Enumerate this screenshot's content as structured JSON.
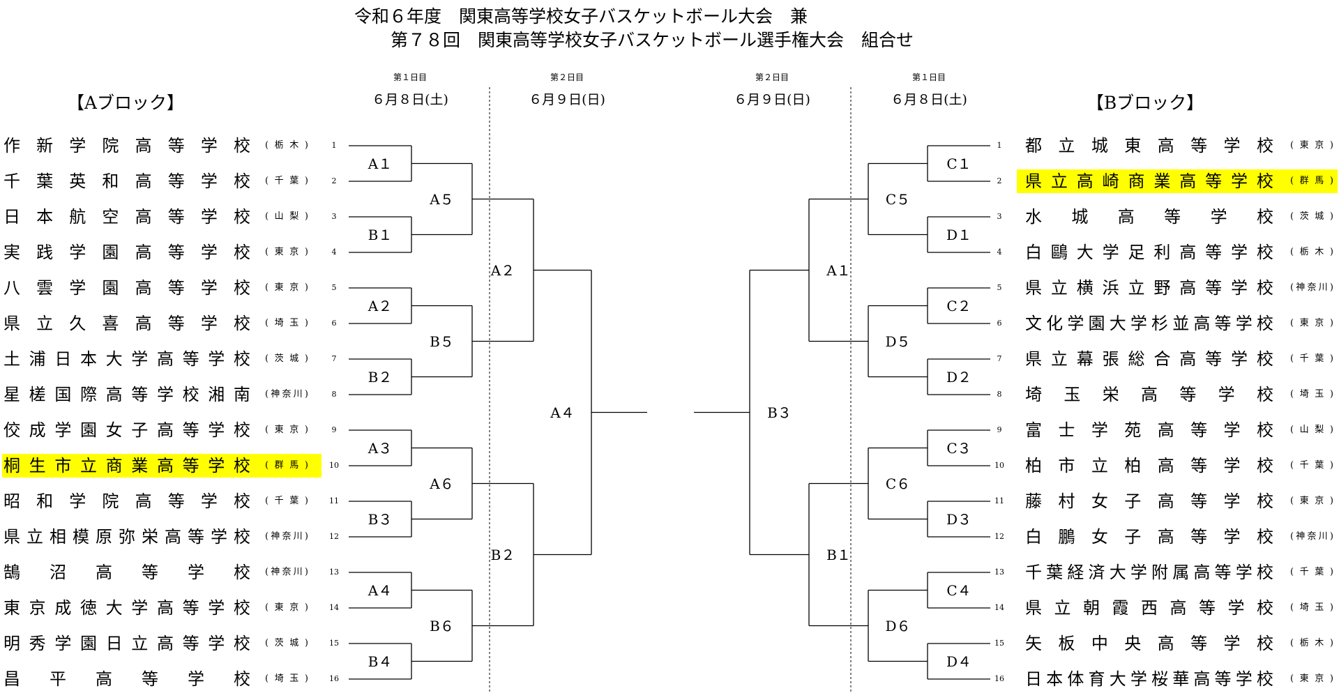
{
  "title": {
    "line1": "令和６年度　関東高等学校女子バスケットボール大会　兼",
    "line2": "第７８回　関東高等学校女子バスケットボール選手権大会　組合せ"
  },
  "schedule": [
    {
      "day": "第１日目",
      "date": "６月８日(土)"
    },
    {
      "day": "第２日目",
      "date": "６月９日(日)"
    },
    {
      "day": "第２日目",
      "date": "６月９日(日)"
    },
    {
      "day": "第１日目",
      "date": "６月８日(土)"
    }
  ],
  "blocks": {
    "a": {
      "title": "【Aブロック】",
      "teams": [
        {
          "no": "1",
          "school": "作新学院高等学校",
          "pref": "(栃木)"
        },
        {
          "no": "2",
          "school": "千葉英和高等学校",
          "pref": "(千葉)"
        },
        {
          "no": "3",
          "school": "日本航空高等学校",
          "pref": "(山梨)"
        },
        {
          "no": "4",
          "school": "実践学園高等学校",
          "pref": "(東京)"
        },
        {
          "no": "5",
          "school": "八雲学園高等学校",
          "pref": "(東京)"
        },
        {
          "no": "6",
          "school": "県立久喜高等学校",
          "pref": "(埼玉)"
        },
        {
          "no": "7",
          "school": "土浦日本大学高等学校",
          "pref": "(茨城)"
        },
        {
          "no": "8",
          "school": "星槎国際高等学校湘南",
          "pref": "(神奈川)"
        },
        {
          "no": "9",
          "school": "佼成学園女子高等学校",
          "pref": "(東京)"
        },
        {
          "no": "10",
          "school": "桐生市立商業高等学校",
          "pref": "(群馬)"
        },
        {
          "no": "11",
          "school": "昭和学院高等学校",
          "pref": "(千葉)"
        },
        {
          "no": "12",
          "school": "県立相模原弥栄高等学校",
          "pref": "(神奈川)"
        },
        {
          "no": "13",
          "school": "鵠沼高等学校",
          "pref": "(神奈川)"
        },
        {
          "no": "14",
          "school": "東京成徳大学高等学校",
          "pref": "(東京)"
        },
        {
          "no": "15",
          "school": "明秀学園日立高等学校",
          "pref": "(茨城)"
        },
        {
          "no": "16",
          "school": "昌平高等学校",
          "pref": "(埼玉)"
        }
      ]
    },
    "b": {
      "title": "【Bブロック】",
      "teams": [
        {
          "no": "1",
          "school": "都立城東高等学校",
          "pref": "(東京)"
        },
        {
          "no": "2",
          "school": "県立高崎商業高等学校",
          "pref": "(群馬)"
        },
        {
          "no": "3",
          "school": "水城高等学校",
          "pref": "(茨城)"
        },
        {
          "no": "4",
          "school": "白鷗大学足利高等学校",
          "pref": "(栃木)"
        },
        {
          "no": "5",
          "school": "県立横浜立野高等学校",
          "pref": "(神奈川)"
        },
        {
          "no": "6",
          "school": "文化学園大学杉並高等学校",
          "pref": "(東京)"
        },
        {
          "no": "7",
          "school": "県立幕張総合高等学校",
          "pref": "(千葉)"
        },
        {
          "no": "8",
          "school": "埼玉栄高等学校",
          "pref": "(埼玉)"
        },
        {
          "no": "9",
          "school": "富士学苑高等学校",
          "pref": "(山梨)"
        },
        {
          "no": "10",
          "school": "柏市立柏高等学校",
          "pref": "(千葉)"
        },
        {
          "no": "11",
          "school": "藤村女子高等学校",
          "pref": "(東京)"
        },
        {
          "no": "12",
          "school": "白鵬女子高等学校",
          "pref": "(神奈川)"
        },
        {
          "no": "13",
          "school": "千葉経済大学附属高等学校",
          "pref": "(千葉)"
        },
        {
          "no": "14",
          "school": "県立朝霞西高等学校",
          "pref": "(埼玉)"
        },
        {
          "no": "15",
          "school": "矢板中央高等学校",
          "pref": "(栃木)"
        },
        {
          "no": "16",
          "school": "日本体育大学桜華高等学校",
          "pref": "(東京)"
        }
      ]
    }
  },
  "highlighted": [
    "桐生市立商業高等学校",
    "県立高崎商業高等学校"
  ],
  "highlight_color": "#ffff00",
  "matches": {
    "left_r1": [
      "A１",
      "B１",
      "A２",
      "B２",
      "A３",
      "B３",
      "A４",
      "B４"
    ],
    "left_r2": [
      "A５",
      "B５",
      "A６",
      "B６"
    ],
    "left_r3": [
      "A２",
      "B２"
    ],
    "left_final": "A４",
    "right_r1": [
      "C１",
      "D１",
      "C２",
      "D２",
      "C３",
      "D３",
      "C４",
      "D４"
    ],
    "right_r2": [
      "C５",
      "D５",
      "C６",
      "D６"
    ],
    "right_r3": [
      "A１",
      "B１"
    ],
    "right_final": "B３"
  }
}
